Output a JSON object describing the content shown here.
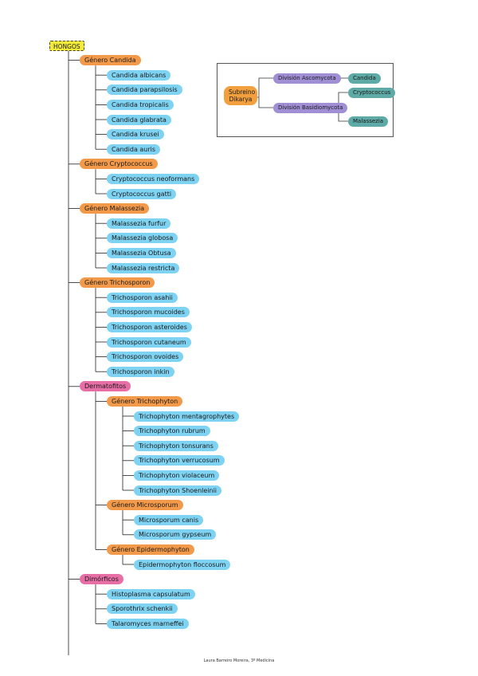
{
  "root": "HONGOS",
  "tree": [
    {
      "label": "Género Candida",
      "kind": "genus",
      "children": [
        {
          "label": "Candida albicans"
        },
        {
          "label": "Candida parapsilosis"
        },
        {
          "label": "Candida tropicalis"
        },
        {
          "label": "Candida glabrata"
        },
        {
          "label": "Candida krusei"
        },
        {
          "label": "Candida auris"
        }
      ]
    },
    {
      "label": "Género Cryptococcus",
      "kind": "genus",
      "children": [
        {
          "label": "Cryptococcus neoformans"
        },
        {
          "label": "Cryptococcus gatti"
        }
      ]
    },
    {
      "label": "Género Malassezia",
      "kind": "genus",
      "children": [
        {
          "label": "Malassezia furfur"
        },
        {
          "label": "Malassezia globosa"
        },
        {
          "label": "Malassezia Obtusa"
        },
        {
          "label": "Malassezia restricta"
        }
      ]
    },
    {
      "label": "Género Trichosporon",
      "kind": "genus",
      "children": [
        {
          "label": "Trichosporon asahii"
        },
        {
          "label": "Trichosporon mucoides"
        },
        {
          "label": "Trichosporon asteroides"
        },
        {
          "label": "Trichosporon cutaneum"
        },
        {
          "label": "Trichosporon ovoides"
        },
        {
          "label": "Trichosporon inkin"
        }
      ]
    },
    {
      "label": "Dermatofitos",
      "kind": "group",
      "children": [
        {
          "label": "Género Trichophyton",
          "kind": "genus",
          "children": [
            {
              "label": "Trichophyton mentagrophytes"
            },
            {
              "label": "Trichophyton rubrum"
            },
            {
              "label": "Trichophyton tonsurans"
            },
            {
              "label": "Trichophyton verrucosum"
            },
            {
              "label": "Trichophyton violaceum"
            },
            {
              "label": "Trichophyton Shoenleinii"
            }
          ]
        },
        {
          "label": "Género Microsporum",
          "kind": "genus",
          "children": [
            {
              "label": "Microsporum canis"
            },
            {
              "label": "Microsporum gypseum"
            }
          ]
        },
        {
          "label": "Género Epidermophyton",
          "kind": "genus",
          "children": [
            {
              "label": "Epidermophyton floccosum"
            }
          ]
        }
      ]
    },
    {
      "label": "Dimórficos",
      "kind": "group",
      "children": [
        {
          "label": "Histoplasma capsulatum"
        },
        {
          "label": "Sporothrix schenkii"
        },
        {
          "label": "Talaromyces marneffei"
        }
      ]
    }
  ],
  "legend": {
    "subreino": "Subreino Dikarya",
    "division_ascomycota": "División Ascomycota",
    "division_basidiomycota": "División Basidiomycota",
    "candida": "Candida",
    "cryptococcus": "Cryptococcus",
    "malassezia": "Malassezia"
  },
  "colors": {
    "root": "#f2ea3b",
    "genus": "#f29a4a",
    "group": "#e86fa6",
    "species": "#7fd3f2",
    "division": "#a18fd6",
    "legend_genus": "#5eaaa6"
  },
  "footer": "Laura Barreiro Moreira, 3º Medicina"
}
